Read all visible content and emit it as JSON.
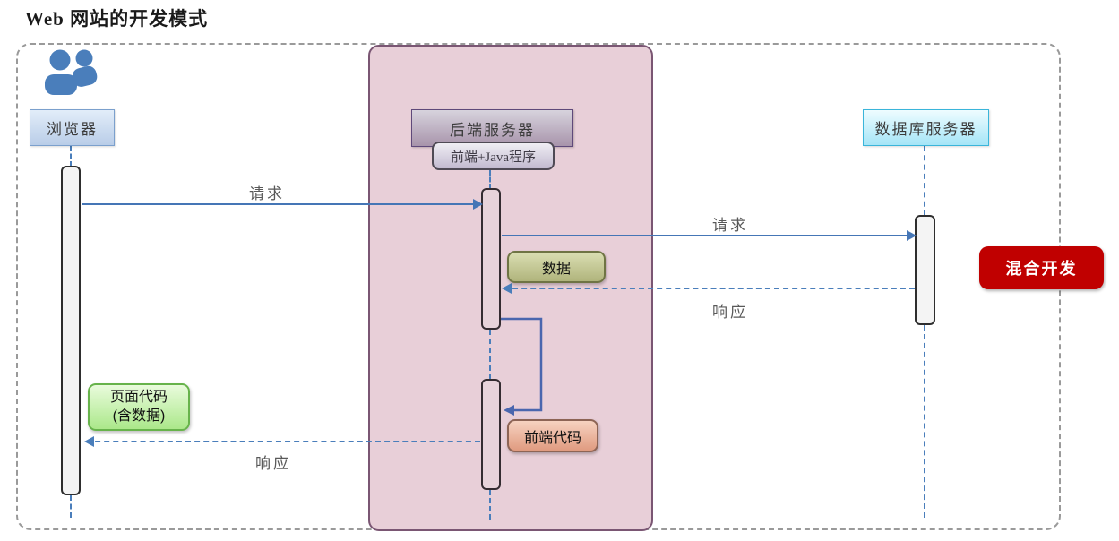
{
  "title": "Web 网站的开发模式",
  "icons": {
    "users": "users-icon"
  },
  "actors": {
    "browser": {
      "label": "浏览器"
    },
    "backend": {
      "label": "后端服务器",
      "sublabel": "前端+Java程序"
    },
    "database": {
      "label": "数据库服务器"
    }
  },
  "messages": {
    "browser_to_backend": "请求",
    "backend_to_database": "请求",
    "database_to_backend": "响应",
    "backend_to_browser": "响应"
  },
  "notes": {
    "data": "数据",
    "frontend_code": "前端代码",
    "page_code": [
      "页面代码",
      "(含数据)"
    ]
  },
  "badge": {
    "label": "混合开发"
  },
  "colors": {
    "lifeline_blue": "#4a7ebb",
    "arrow_blue": "#4576b6",
    "pink_region_fill": "#e8cfd8",
    "pink_region_border": "#7a5673",
    "outer_border_gray": "#9a9a9a",
    "note_data_fill": "#b9bd85",
    "note_frontend_fill": "#e8a88c",
    "note_pagecode_fill": "#bdeb9b",
    "badge_red": "#c00000",
    "people_icon_blue": "#4a7ebb"
  }
}
